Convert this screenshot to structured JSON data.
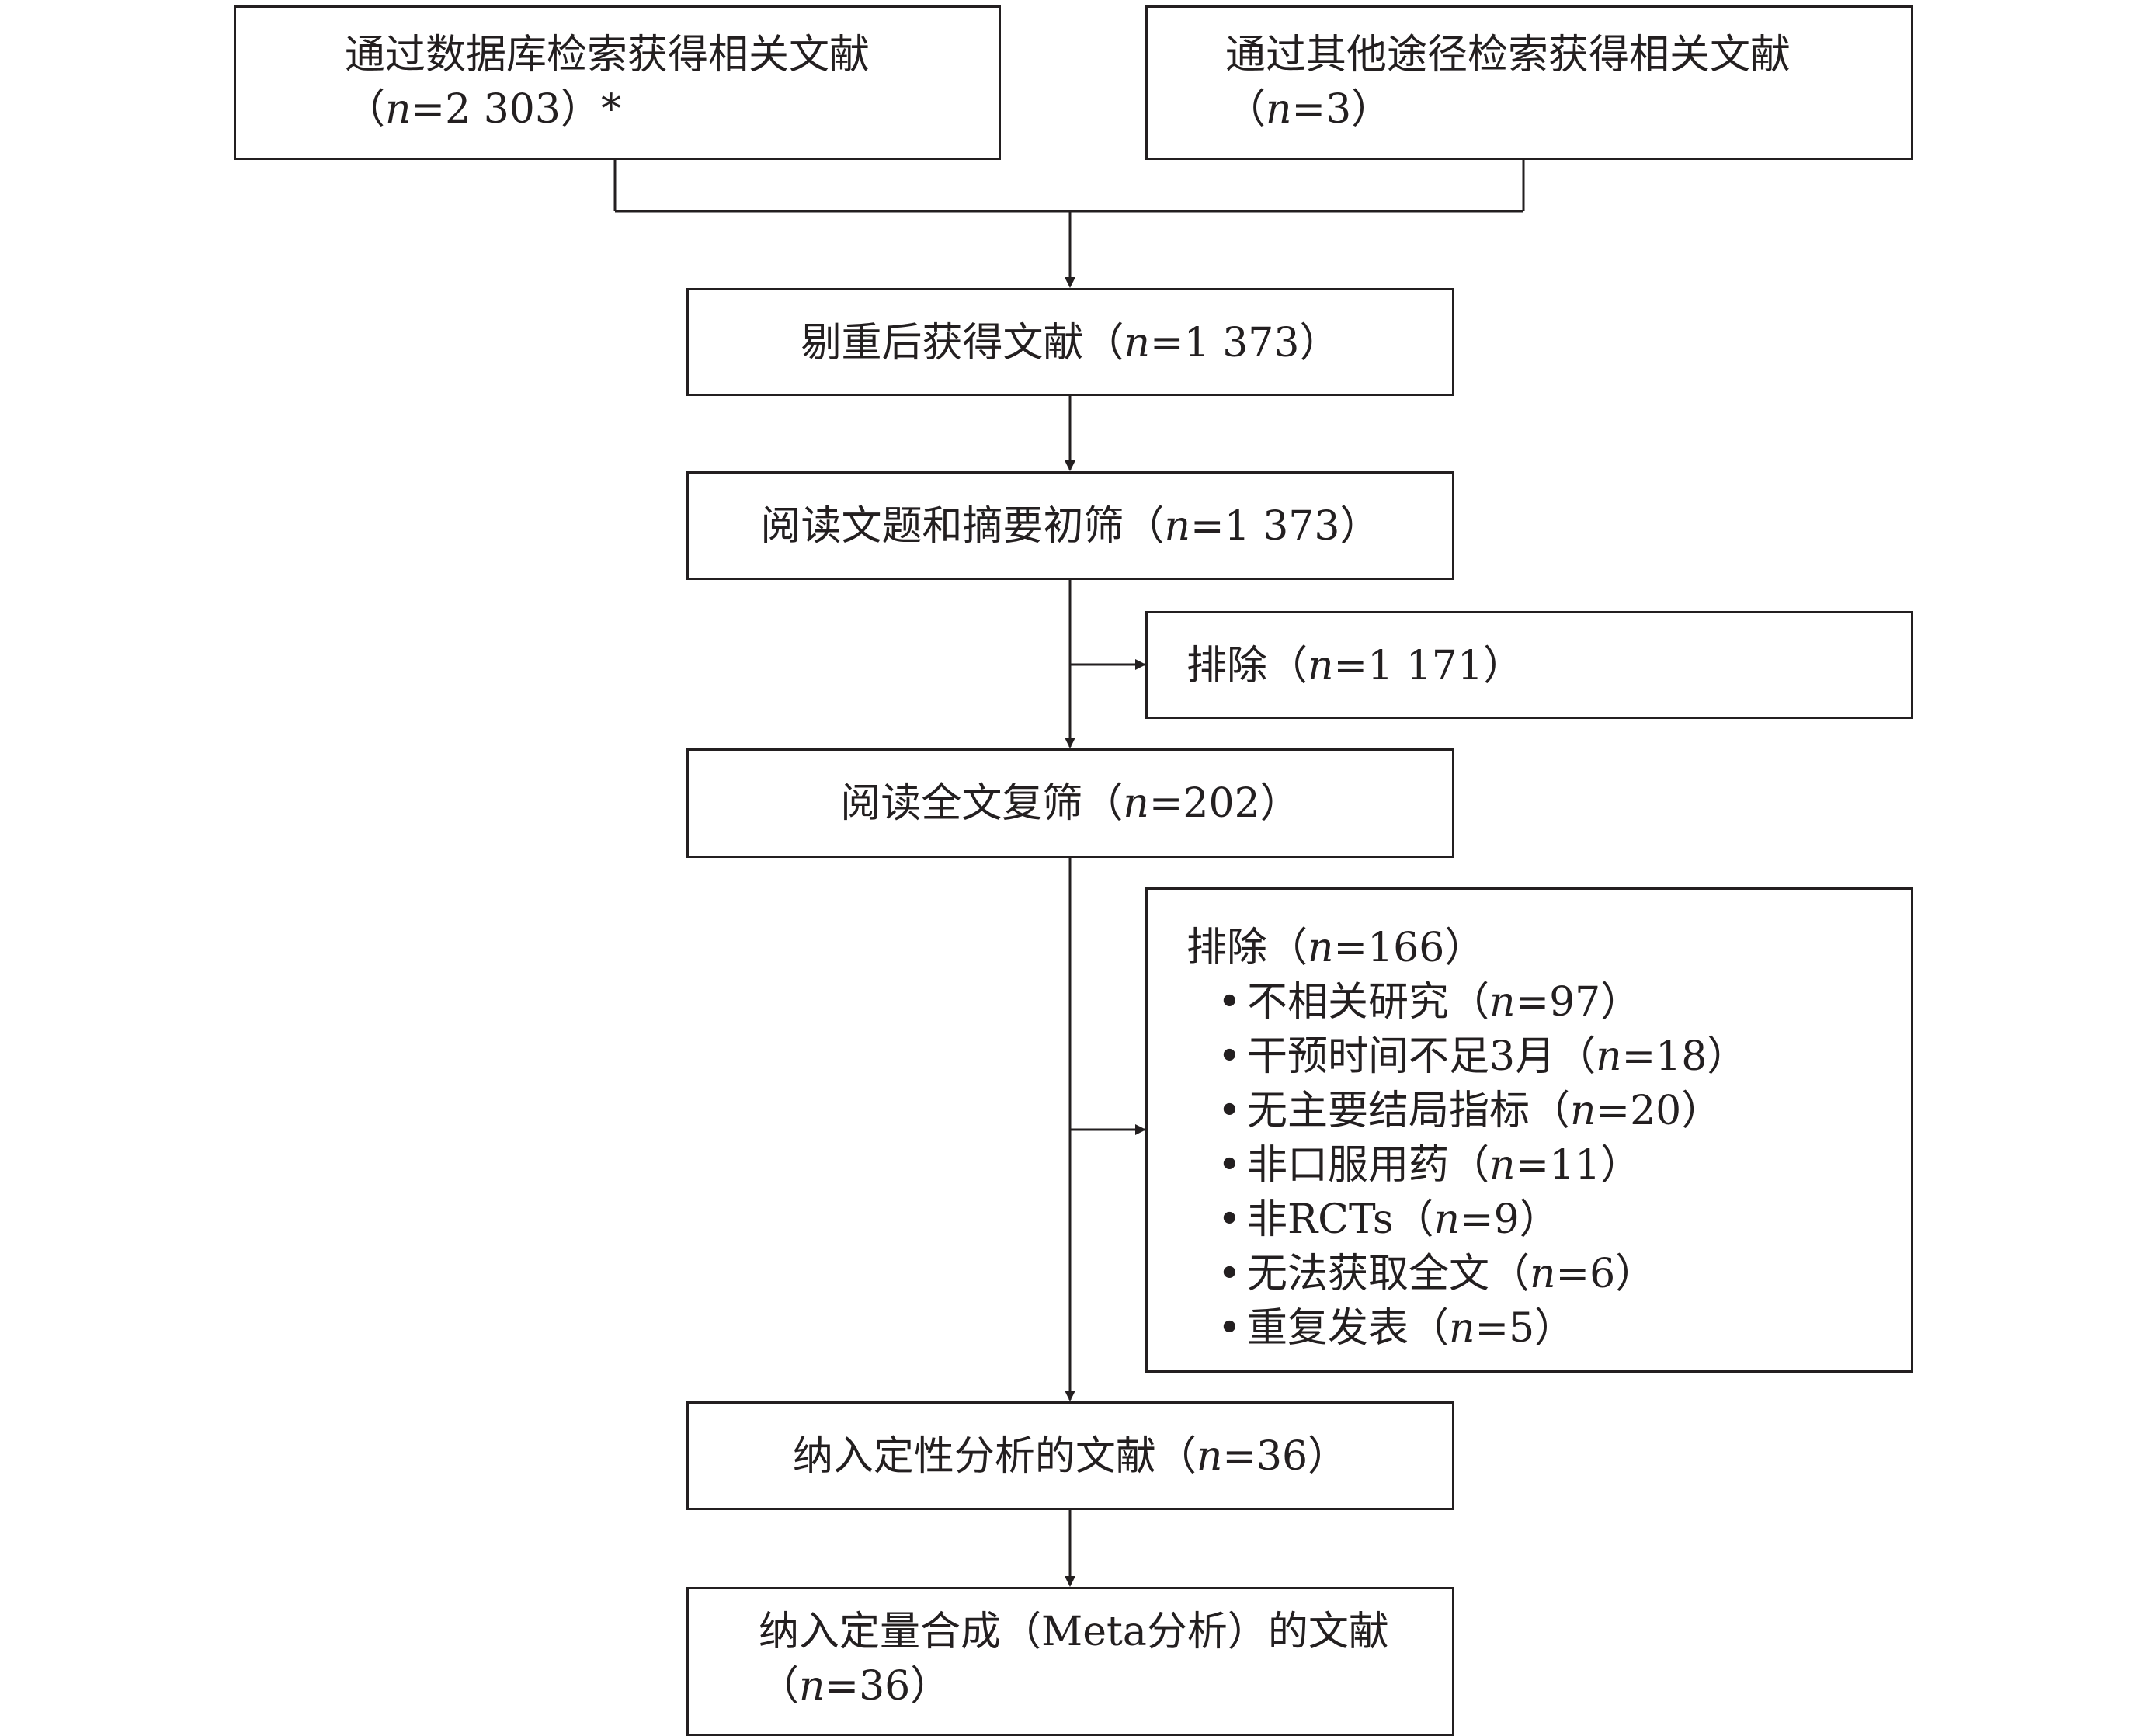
{
  "boxes": {
    "db_search": {
      "line1": "通过数据库检索获得相关文献",
      "prefix": "（",
      "n_label": "n",
      "count_text": "=2 303）*"
    },
    "other_search": {
      "line1": "通过其他途径检索获得相关文献",
      "prefix": "（",
      "n_label": "n",
      "count_text": "=3）"
    },
    "dedup": {
      "label": "剔重后获得文献（",
      "n_label": "n",
      "count_text": "=1 373）"
    },
    "title_abstract": {
      "label": "阅读文题和摘要初筛（",
      "n_label": "n",
      "count_text": "=1 373）"
    },
    "excluded_1": {
      "label": "排除（",
      "n_label": "n",
      "count_text": "=1 171）"
    },
    "fulltext": {
      "label": "阅读全文复筛（",
      "n_label": "n",
      "count_text": "=202）"
    },
    "excluded_2": {
      "label": "排除（",
      "n_label": "n",
      "count_text": "=166）",
      "reasons": [
        {
          "label": "不相关研究（",
          "n_label": "n",
          "count_text": "=97）"
        },
        {
          "label": "干预时间不足3月（",
          "n_label": "n",
          "count_text": "=18）"
        },
        {
          "label": "无主要结局指标（",
          "n_label": "n",
          "count_text": "=20）"
        },
        {
          "label": "非口服用药（",
          "n_label": "n",
          "count_text": "=11）"
        },
        {
          "label": "非RCTs（",
          "n_label": "n",
          "count_text": "=9）"
        },
        {
          "label": "无法获取全文（",
          "n_label": "n",
          "count_text": "=6）"
        },
        {
          "label": "重复发表（",
          "n_label": "n",
          "count_text": "=5）"
        }
      ]
    },
    "qualitative": {
      "label": "纳入定性分析的文献（",
      "n_label": "n",
      "count_text": "=36）"
    },
    "quantitative": {
      "line1": "纳入定量合成（Meta分析）的文献",
      "prefix": "（",
      "n_label": "n",
      "count_text": "=36）"
    }
  }
}
